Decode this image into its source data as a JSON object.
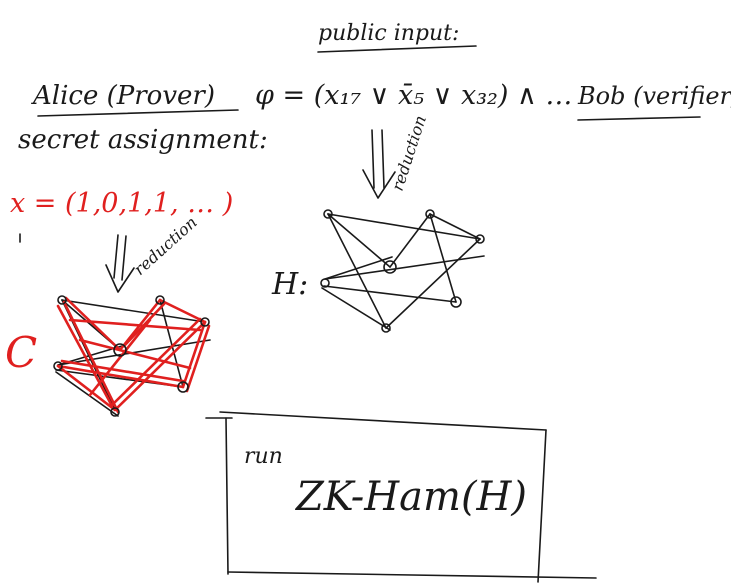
{
  "public_input": {
    "label": "public input:"
  },
  "alice": {
    "label": "Alice (Prover)"
  },
  "bob": {
    "label": "Bob (verifier)"
  },
  "formula": {
    "text": "φ = (x₁₇ ∨ x̄₅ ∨ x₃₂) ∧ …"
  },
  "secret": {
    "label": "secret assignment:",
    "assignment": "x = (1,0,1,1, … )"
  },
  "reductions": {
    "left": "reduction",
    "right": "reduction"
  },
  "graphs": {
    "public_label": "H:",
    "secret_label": "C"
  },
  "run_box": {
    "title": "run",
    "protocol": "ZK-Ham(H)"
  },
  "colors": {
    "ink": "#1a1a1a",
    "secret": "#e0201f"
  }
}
